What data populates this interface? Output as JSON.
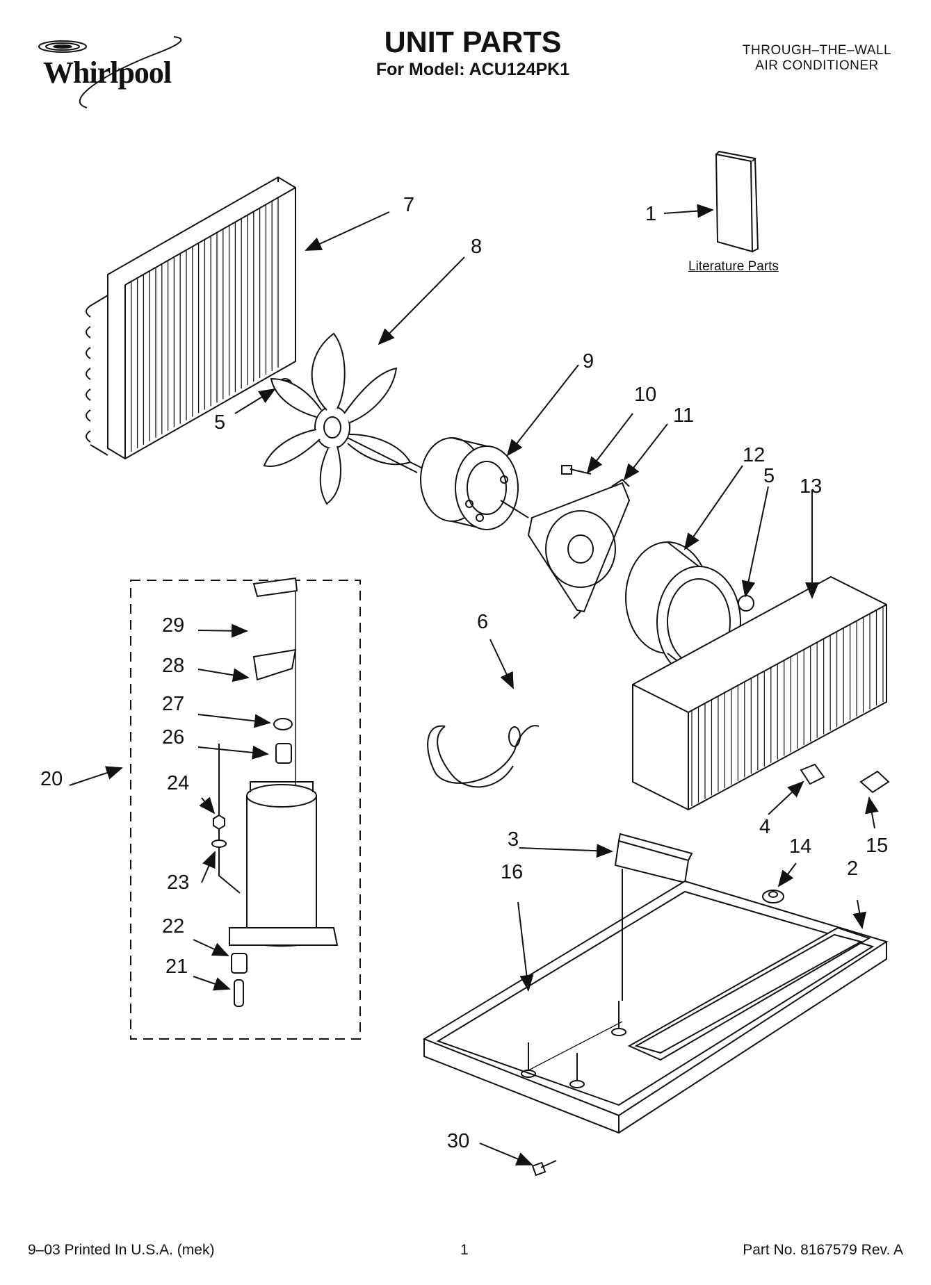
{
  "header": {
    "brand": "Whirlpool",
    "title": "UNIT PARTS",
    "model_line": "For Model: ACU124PK1",
    "unit_type_line1": "THROUGH–THE–WALL",
    "unit_type_line2": "AIR CONDITIONER"
  },
  "literature_label": "Literature Parts",
  "callouts": {
    "c1": "1",
    "c2": "2",
    "c3": "3",
    "c4": "4",
    "c5a": "5",
    "c5b": "5",
    "c6": "6",
    "c7": "7",
    "c8": "8",
    "c9": "9",
    "c10": "10",
    "c11": "11",
    "c12": "12",
    "c13": "13",
    "c14": "14",
    "c15": "15",
    "c16": "16",
    "c20": "20",
    "c21": "21",
    "c22": "22",
    "c23": "23",
    "c24": "24",
    "c26": "26",
    "c27": "27",
    "c28": "28",
    "c29": "29",
    "c30": "30"
  },
  "footer": {
    "left": "9–03 Printed In U.S.A. (mek)",
    "page": "1",
    "right": "Part No. 8167579 Rev. A"
  }
}
